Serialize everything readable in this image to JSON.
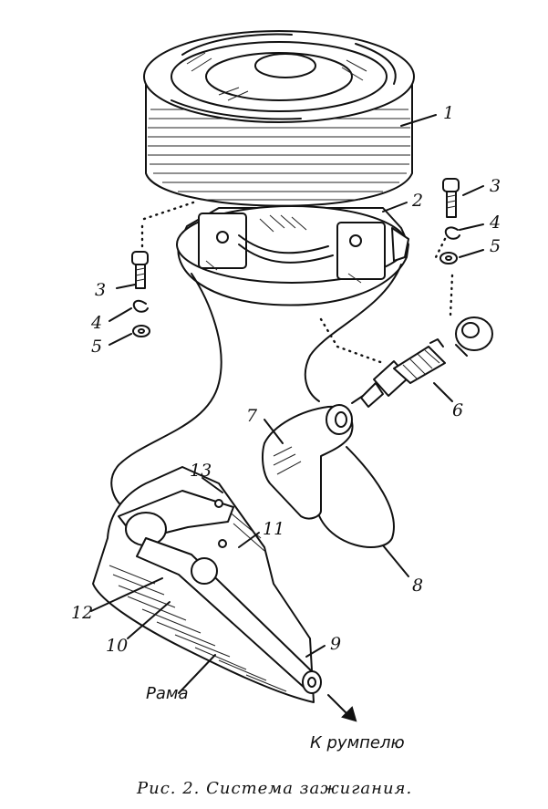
{
  "figure": {
    "callouts": [
      {
        "id": "c1",
        "text": "1"
      },
      {
        "id": "c2",
        "text": "2"
      },
      {
        "id": "c3r",
        "text": "3"
      },
      {
        "id": "c4r",
        "text": "4"
      },
      {
        "id": "c5r",
        "text": "5"
      },
      {
        "id": "c3l",
        "text": "3"
      },
      {
        "id": "c4l",
        "text": "4"
      },
      {
        "id": "c5l",
        "text": "5"
      },
      {
        "id": "c6",
        "text": "6"
      },
      {
        "id": "c7",
        "text": "7"
      },
      {
        "id": "c8",
        "text": "8"
      },
      {
        "id": "c9",
        "text": "9"
      },
      {
        "id": "c10",
        "text": "10"
      },
      {
        "id": "c11",
        "text": "11"
      },
      {
        "id": "c12",
        "text": "12"
      },
      {
        "id": "c13",
        "text": "13"
      }
    ],
    "frame_label": "Рама",
    "arrow_label": "К румпелю",
    "caption": "Рис. 2. Система зажигания."
  }
}
